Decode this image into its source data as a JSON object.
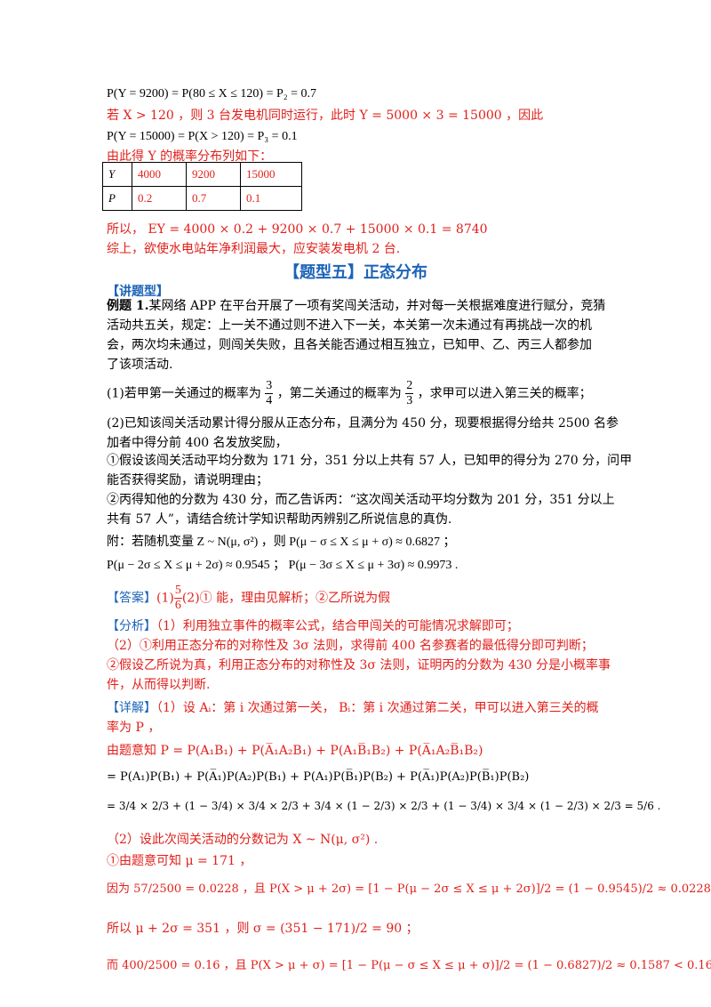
{
  "lines": {
    "l1": "P(Y = 9200) = P(80 ≤ X ≤ 120) = P₂ = 0.7",
    "l2": "若 X > 120 ，则 3 台发电机同时运行，此时 Y = 5000 × 3 = 15000 ，因此",
    "l3": "P(Y = 15000) = P(X > 120) = P₃ = 0.1",
    "l4": "由此得 Y 的概率分布列如下：",
    "l5": "所以， EY = 4000 × 0.2 + 9200 × 0.7 + 15000 × 0.1 = 8740",
    "l6": "综上，欲使水电站年净利润最大，应安装发电机 2 台."
  },
  "table": {
    "row1": [
      "Y",
      "4000",
      "9200",
      "15000"
    ],
    "row2": [
      "P",
      "0.2",
      "0.7",
      "0.1"
    ]
  },
  "section_title": "【题型五】正态分布",
  "tag_jiang": "【讲题型】",
  "example": {
    "label": "例题 1.",
    "p1": "某网络 APP 在平台开展了一项有奖闯关活动，并对每一关根据难度进行赋分，竞猜",
    "p2": "活动共五关，规定：上一关不通过则不进入下一关，本关第一次未通过有再挑战一次的机",
    "p3": "会，两次均未通过，则闯关失败，且各关能否通过相互独立，已知甲、乙、丙三人都参加",
    "p4": "了该项活动.",
    "q1a": "(1)若甲第一关通过的概率为",
    "q1b": "，第二关通过的概率为",
    "q1c": "，求甲可以进入第三关的概率；",
    "q2a": "(2)已知该闯关活动累计得分服从正态分布，且满分为 450 分，现要根据得分给共 2500 名参",
    "q2b": "加者中得分前 400 名发放奖励，",
    "q2c": "①假设该闯关活动平均分数为 171 分，351 分以上共有 57 人，已知甲的得分为 270 分，问甲",
    "q2d": "能否获得奖励，请说明理由；",
    "q2e": "②丙得知他的分数为 430 分，而乙告诉丙：“这次闯关活动平均分数为 201 分，351 分以上",
    "q2f": "共有 57 人”，请结合统计学知识帮助丙辨别乙所说信息的真伪.",
    "note1": "附：若随机变量 Z ~ N(μ, σ²) ，则 P(μ − σ ≤ X ≤ μ + σ) ≈ 0.6827 ；",
    "note2": "P(μ − 2σ ≤ X ≤ μ + 2σ) ≈ 0.9545 ； P(μ − 3σ ≤ X ≤ μ + 3σ) ≈ 0.9973 ."
  },
  "answer": {
    "tag": "【答案】",
    "text1": "(1)",
    "text2": "(2)① 能，理由见解析；②乙所说为假"
  },
  "analysis": {
    "tag": "【分析】",
    "a1": "（1）利用独立事件的概率公式，结合甲闯关的可能情况求解即可；",
    "a2": "（2）①利用正态分布的对称性及 3σ 法则，求得前 400 名参赛者的最低得分即可判断；",
    "a3": "②假设乙所说为真，利用正态分布的对称性及 3σ 法则，证明丙的分数为 430 分是小概率事",
    "a4": "件，从而得以判断."
  },
  "detail": {
    "tag": "【详解】",
    "d1": "（1）设 Aᵢ：第 i 次通过第一关， Bᵢ：第 i 次通过第二关，甲可以进入第三关的概",
    "d2": "率为 P ，",
    "d3": "由题意知 P = P(A₁B₁) + P(A̅₁A₂B₁) + P(A₁B̅₁B₂) + P(A̅₁A₂B̅₁B₂)",
    "d4": "= P(A₁)P(B₁) + P(A̅₁)P(A₂)P(B₁) + P(A₁)P(B̅₁)P(B₂) + P(A̅₁)P(A₂)P(B̅₁)P(B₂)",
    "d5": "= 3/4 × 2/3 + (1 − 3/4) × 3/4 × 2/3 + 3/4 × (1 − 2/3) × 2/3 + (1 − 3/4) × 3/4 × (1 − 2/3) × 2/3 = 5/6 .",
    "d6": "（2）设此次闯关活动的分数记为 X ~ N(μ, σ²) .",
    "d7": "①由题意可知 μ = 171 ，",
    "d8": "因为 57/2500 = 0.0228 ，且 P(X > μ + 2σ) = [1 − P(μ − 2σ ≤ X ≤ μ + 2σ)]/2 = (1 − 0.9545)/2 ≈ 0.0228 ，",
    "d9": "所以 μ + 2σ = 351 ，则 σ = (351 − 171)/2 = 90 ；",
    "d10": "而 400/2500 = 0.16 ，且 P(X > μ + σ) = [1 − P(μ − σ ≤ X ≤ μ + σ)]/2 = (1 − 0.6827)/2 ≈ 0.1587 < 0.16 ，"
  },
  "colors": {
    "red": "#e0201b",
    "blue": "#1c63b8"
  }
}
